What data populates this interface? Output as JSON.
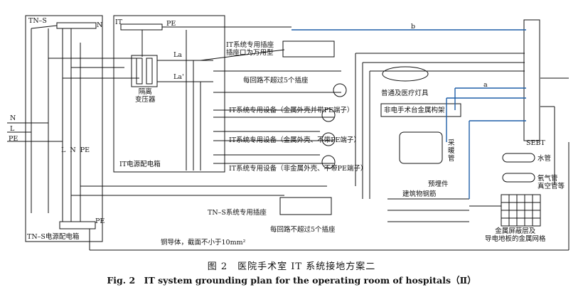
{
  "labels": {
    "tn_s": "TN–S",
    "n_top": "N",
    "it": "IT",
    "pe_top": "PE",
    "la": "La",
    "la_prime": "La'",
    "transformer": "隔离\n变压器",
    "it_box": "IT电源配电箱",
    "it_socket": "IT系统专用插座\n插座口为万用型",
    "five_top": "每回路不超过5个插座",
    "b": "b",
    "a": "a",
    "lamp": "普通及医疗灯具",
    "frame": "非电手术台金属构架",
    "equip1": "IT系统专用设备（金属外壳并带PE端子）",
    "equip2": "IT系统专用设备（金属外壳、不带PE端子）",
    "equip3": "IT系统专用设备（非金属外壳、不带PE端子）",
    "heater": "采\n暖\n管",
    "sebt": "SEBT",
    "water": "水管",
    "gas": "氧气管\n真空管等",
    "embedded": "预埋件",
    "rebar": "建筑物钢筋",
    "shield": "金属屏蔽层及\n导电地板的金属网格",
    "n_in": "N",
    "l_in": "L",
    "pe_in": "PE",
    "lnpe": "L  N  PE",
    "tns_socket": "TN–S系统专用插座",
    "five_bottom": "每回路不超过5个插座",
    "tns_box": "TN–S电源配电箱",
    "pe_bottom": "PE",
    "conductor": "铜导体，截面不小于10mm²"
  },
  "caption": {
    "cn": "图 2　医院手术室 IT 系统接地方案二",
    "en": "Fig. 2　IT system grounding plan for the operating room of hospitals（Ⅱ）"
  },
  "colors": {
    "line": "#111111",
    "bond": "#1f5fa8"
  }
}
